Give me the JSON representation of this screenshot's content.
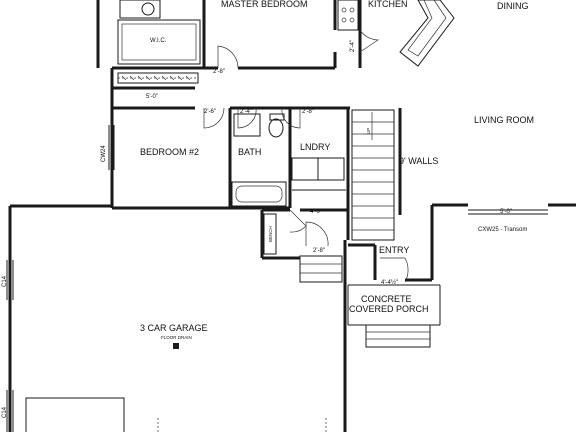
{
  "rooms": {
    "dining": "DINING",
    "master_bedroom": "MASTER BEDROOM",
    "kitchen": "KITCHEN",
    "living_room": "LIVING ROOM",
    "bedroom2": "BEDROOM #2",
    "bath": "BATH",
    "laundry": "LNDRY",
    "walls_note": "9' WALLS",
    "entry": "ENTRY",
    "porch_line1": "CONCRETE",
    "porch_line2": "COVERED PORCH",
    "garage": "3 CAR GARAGE",
    "floor_drain": "FLOOR DRAIN",
    "wic": "W.I.C.",
    "bench": "BENCH"
  },
  "dimensions": {
    "d_2_6_master": "2'-8\"",
    "d_2_4_kitchen": "2'-4\"",
    "d_5_0_closet": "5'-0\"",
    "d_2_6_bed2": "2'-6\"",
    "d_2_4_bath": "2'-4\"",
    "d_2_8_lndry": "2'-8\"",
    "d_4_0_bench": "4'-0\"",
    "d_2_8_garage": "2'-8\"",
    "d_entry_door": "4'-4½\"",
    "d_living_window": "5'-0\"",
    "window_cw24": "CW24",
    "window_cxw25": "CXW25 - Transom",
    "window_c14_top": "C14",
    "window_c14_bottom": "C14",
    "stair_up": "UP"
  },
  "colors": {
    "line": "#1a1a1a",
    "background": "#ffffff"
  }
}
